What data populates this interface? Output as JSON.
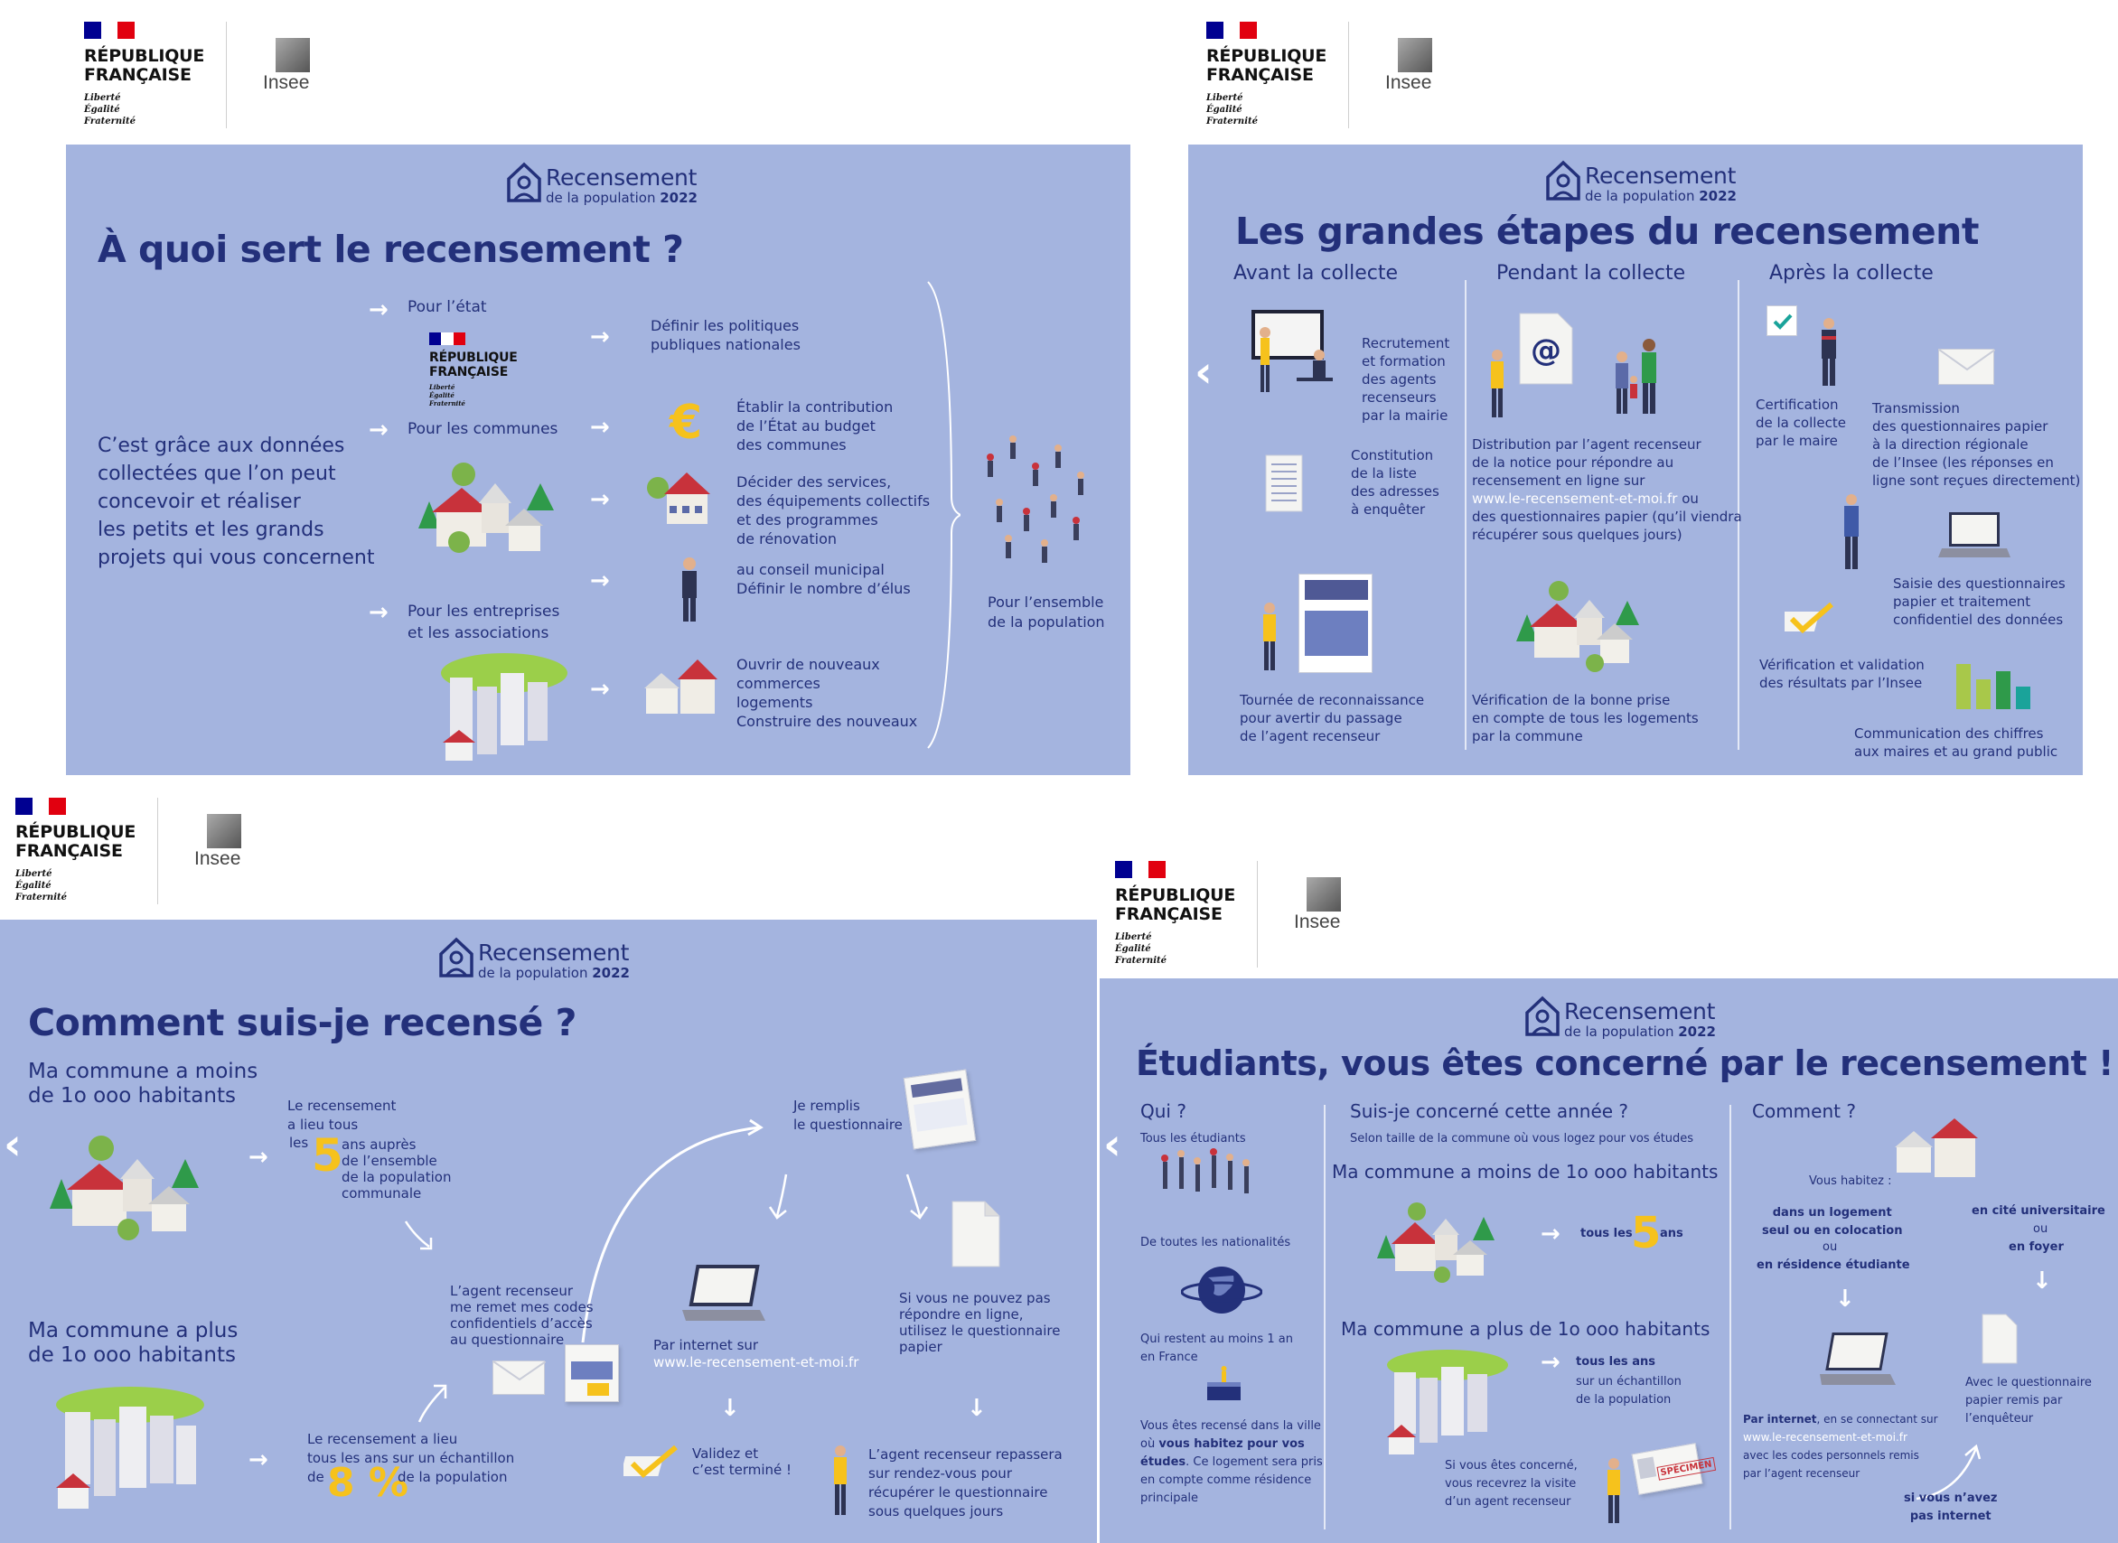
{
  "colors": {
    "slide_bg": "#a4b4df",
    "title": "#23307a",
    "accent_yellow": "#f6c21c",
    "flag_blue": "#000091",
    "flag_red": "#e1000f"
  },
  "brand": {
    "republique": "RÉPUBLIQUE\nFRANÇAISE",
    "motto": "Liberté\nÉgalité\nFraternité",
    "insee": "Insee",
    "recensement": "Recensement",
    "de_la_population": "de la population",
    "year": "2022"
  },
  "nav": {
    "prev_icon": "chevron-left-icon",
    "prev_glyph": "‹"
  },
  "slide1": {
    "title": "À quoi sert le recensement ?",
    "intro": "C’est grâce aux données\ncollectées que l’on peut\nconcevoir et réaliser\nles petits et les grands\nprojets qui vous concernent",
    "pour_etat": "Pour l’état",
    "pour_communes": "Pour les communes",
    "pour_entreprises": "Pour les entreprises\net les associations",
    "politiques": "Définir les politiques\npubliques nationales",
    "contribution": "Établir la contribution\nde l’État au budget\ndes communes",
    "services": "Décider des services,\ndes équipements collectifs\net des programmes\nde rénovation",
    "conseil": "au conseil municipal\nDéfinir le nombre d’élus",
    "commerces": "Ouvrir de nouveaux\ncommerces\nlogements\nConstruire des nouveaux",
    "ensemble": "Pour l’ensemble\nde la population",
    "euro": "€"
  },
  "slide2": {
    "title": "Les grandes étapes du recensement",
    "col1": "Avant la collecte",
    "col2": "Pendant la collecte",
    "col3": "Après la collecte",
    "recrutement": "Recrutement\net formation\ndes agents\nrecenseurs\npar la mairie",
    "constitution": "Constitution\nde la liste\ndes adresses\nà enquêter",
    "tournee": "Tournée de reconnaissance\npour avertir du passage\nde l’agent recenseur",
    "distribution_a": "Distribution par l’agent recenseur\nde la notice pour répondre au\nrecensement en ligne sur",
    "distribution_link": "www.le-recensement-et-moi.fr",
    "distribution_or": " ou",
    "distribution_b": "des questionnaires papier (qu’il viendra\nrécupérer sous quelques jours)",
    "verification": "Vérification de la bonne prise\nen compte de tous les logements\npar la commune",
    "certification": "Certification\nde la collecte\npar le maire",
    "transmission": "Transmission\ndes questionnaires papier\nà la direction régionale\nde l’Insee (les réponses en\nligne sont reçues directement)",
    "saisie": "Saisie des questionnaires\npapier et traitement\nconfidentiel des données",
    "validation": "Vérification et validation\ndes résultats par l’Insee",
    "communication": "Communication des chiffres\naux maires et au grand public",
    "at": "@"
  },
  "slide3": {
    "title": "Comment suis-je recensé ?",
    "moins": "Ma commune a moins\nde 1o ooo habitants",
    "plus": "Ma commune a plus\nde 1o ooo habitants",
    "lieu_a": "Le recensement\na lieu tous",
    "lieu_les": "les",
    "lieu_5": "5",
    "lieu_b": "ans auprès\nde l’ensemble\nde la population\ncommunale",
    "annuel": "Le recensement a lieu\ntous les ans sur un échantillon",
    "annuel_de": "de",
    "annuel_8": "8 %",
    "annuel_pop": "de la population",
    "agent": "L’agent recenseur\nme remet mes codes\nconfidentiels d’accès\nau questionnaire",
    "remplis": "Je remplis\nle questionnaire",
    "internet": "Par internet sur",
    "internet_link": "www.le-recensement-et-moi.fr",
    "papier": "Si vous ne pouvez pas\nrépondre en ligne,\nutilisez le questionnaire\npapier",
    "valider": "Validez et\nc’est terminé !",
    "repassera": "L’agent recenseur repassera\nsur rendez-vous pour\nrécupérer le questionnaire\nsous quelques jours"
  },
  "slide4": {
    "title": "Étudiants, vous êtes concerné par le recensement !",
    "qui": "Qui ?",
    "suis": "Suis-je concerné cette année ?",
    "comment": "Comment ?",
    "tous": "Tous les étudiants",
    "nationalites": "De toutes les nationalités",
    "restent": "Qui restent au moins 1 an\nen France",
    "ville_a": "Vous êtes recensé dans la ville\noù ",
    "ville_b": "vous habitez pour vos\nétudes",
    "ville_c": ". Ce logement sera pris\nen compte comme résidence\nprincipale",
    "selon": "Selon taille de la commune où vous logez pour vos études",
    "moins": "Ma commune a moins de 1o ooo habitants",
    "tous_les": "tous les",
    "five": "5",
    "ans": "ans",
    "plus": "Ma commune a plus de 1o ooo habitants",
    "tous_les_ans": "tous les ans",
    "echantillon": "sur un échantillon\nde la population",
    "visite": "Si vous êtes concerné,\nvous recevrez la visite\nd’un agent recenseur",
    "habitez": "Vous habitez :",
    "logement": "dans un logement\nseul ou en colocation",
    "ou": "ou",
    "residence": "en résidence étudiante",
    "cite": "en cité universitaire",
    "foyer": "en foyer",
    "par_internet": "Par internet",
    "connectant": ", en se connectant sur",
    "link": "www.le-recensement-et-moi.fr",
    "codes": "avec les codes personnels remis\npar l’agent recenseur",
    "papier_remis": "Avec le questionnaire\npapier remis par\nl’enquêteur",
    "si_pas": "si vous n’avez\npas internet",
    "badge": "SPÉCIMEN"
  }
}
